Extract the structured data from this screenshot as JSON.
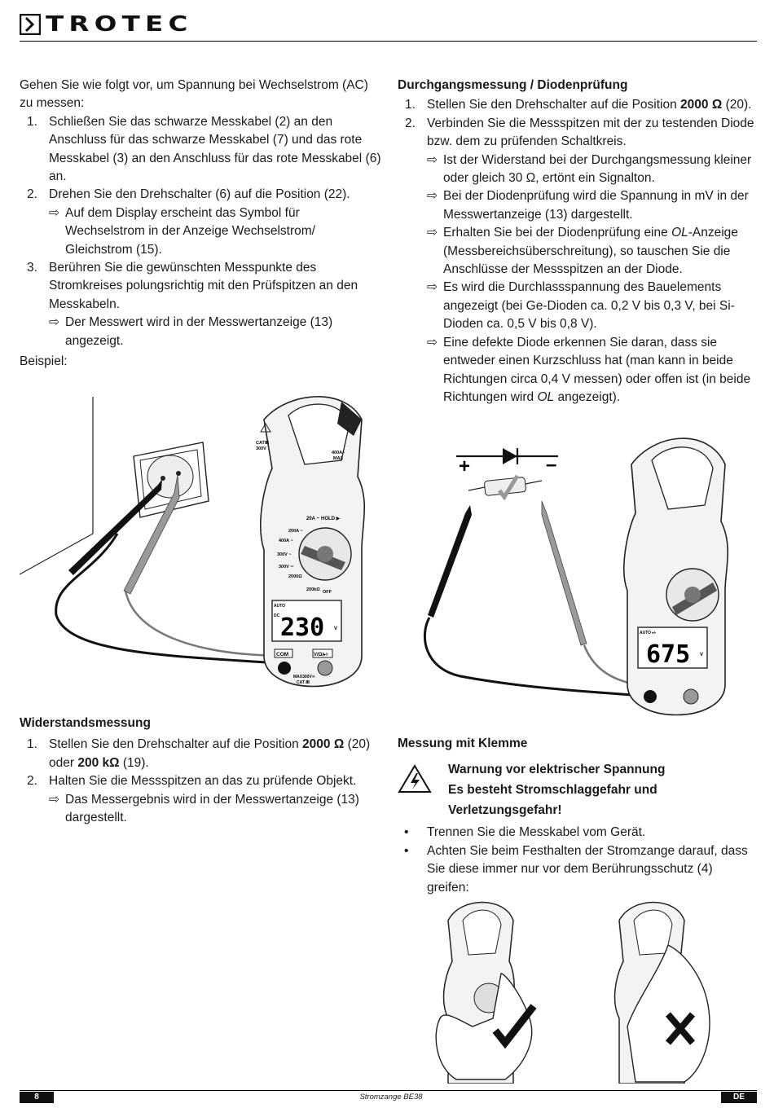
{
  "header": {
    "brand": "TROTEC"
  },
  "left": {
    "intro": "Gehen Sie wie folgt vor, um Spannung bei Wechselstrom (AC) zu messen:",
    "steps": [
      {
        "num": "1.",
        "text": "Schließen Sie das schwarze Messkabel (2) an den Anschluss für das schwarze Messkabel (7) und das rote Messkabel (3) an den Anschluss für das rote Messkabel (6) an."
      },
      {
        "num": "2.",
        "text": "Drehen Sie den Drehschalter (6) auf die Position (22).",
        "results": [
          "Auf dem Display erscheint das Symbol für Wechselstrom in der Anzeige Wechselstrom/ Gleichstrom (15)."
        ]
      },
      {
        "num": "3.",
        "text": "Berühren Sie die gewünschten Messpunkte des Stromkreises polungsrichtig mit den Prüfspitzen an den Messkabeln.",
        "results": [
          "Der Messwert wird in der Messwertanzeige (13) angezeigt."
        ]
      }
    ],
    "example_label": "Beispiel:",
    "figure": {
      "display_value": "230",
      "labels": {
        "auto": "AUTO",
        "dc": "DC",
        "v": "V",
        "cat": "CATⅢ",
        "cat_v": "300V",
        "max": "400A~",
        "max2": "MAX",
        "r20a": "20A ~",
        "r200a": "200A ~",
        "r400a": "400A ~",
        "r300v1": "300V ~",
        "r300v2": "300V ═",
        "r2000": "2000Ω",
        "r200k": "200kΩ",
        "off": "OFF",
        "hold": "HOLD ▶",
        "com": "COM",
        "vohm": "V/Ω/▸⊦",
        "max300": "MAX300V≂",
        "cat3": "CAT Ⅲ"
      }
    },
    "resistance": {
      "title": "Widerstandsmessung",
      "step1_num": "1.",
      "step1_a": "Stellen Sie den Drehschalter auf die Position ",
      "step1_b": "2000 Ω",
      "step1_c": " (20) oder ",
      "step1_d": "200 kΩ",
      "step1_e": " (19).",
      "step2_num": "2.",
      "step2": "Halten Sie die Messspitzen an das zu prüfende Objekt.",
      "step2_result": "Das Messergebnis wird in der Messwertanzeige (13) dargestellt."
    }
  },
  "right": {
    "title": "Durchgangsmessung / Diodenprüfung",
    "step1_num": "1.",
    "step1_a": "Stellen Sie den Drehschalter auf die Position ",
    "step1_b": "2000 Ω",
    "step1_c": " (20).",
    "step2_num": "2.",
    "step2": "Verbinden Sie die Messspitzen mit der zu testenden Diode bzw. dem zu prüfenden Schaltkreis.",
    "r1": "Ist der Widerstand bei der Durchgangsmessung kleiner oder gleich 30 Ω, ertönt ein Signalton.",
    "r2": "Bei der Diodenprüfung wird die Spannung in mV in der Messwertanzeige (13) dargestellt.",
    "r3_a": "Erhalten Sie bei der Diodenprüfung eine ",
    "r3_b": "OL",
    "r3_c": "-Anzeige (Messbereichsüberschreitung), so tauschen Sie die Anschlüsse der Messspitzen an der Diode.",
    "r4": "Es wird die Durchlassspannung des Bauelements angezeigt (bei Ge-Dioden ca. 0,2 V bis 0,3 V, bei Si-Dioden ca. 0,5 V bis 0,8 V).",
    "r5_a": "Eine defekte Diode erkennen Sie daran, dass sie entweder einen Kurzschluss hat (man kann in beide Richtungen circa 0,4 V messen) oder offen ist (in beide Richtungen wird ",
    "r5_b": "OL",
    "r5_c": " angezeigt).",
    "figure": {
      "display_value": "675",
      "plus": "+",
      "minus": "–",
      "auto": "AUTO ▸⊦",
      "v": "V"
    },
    "clamp": {
      "title": "Messung mit Klemme",
      "warn1": "Warnung vor elektrischer Spannung",
      "warn2": "Es besteht Stromschlaggefahr und",
      "warn3": "Verletzungsgefahr!",
      "b1": "Trennen Sie die Messkabel vom Gerät.",
      "b2": "Achten Sie beim Festhalten der Stromzange darauf, dass Sie diese immer nur vor dem Berührungsschutz (4) greifen:"
    }
  },
  "footer": {
    "page": "8",
    "title": "Stromzange BE38",
    "lang": "DE"
  },
  "icons": {
    "arrow": "result-arrow-icon",
    "bullet": "•"
  }
}
